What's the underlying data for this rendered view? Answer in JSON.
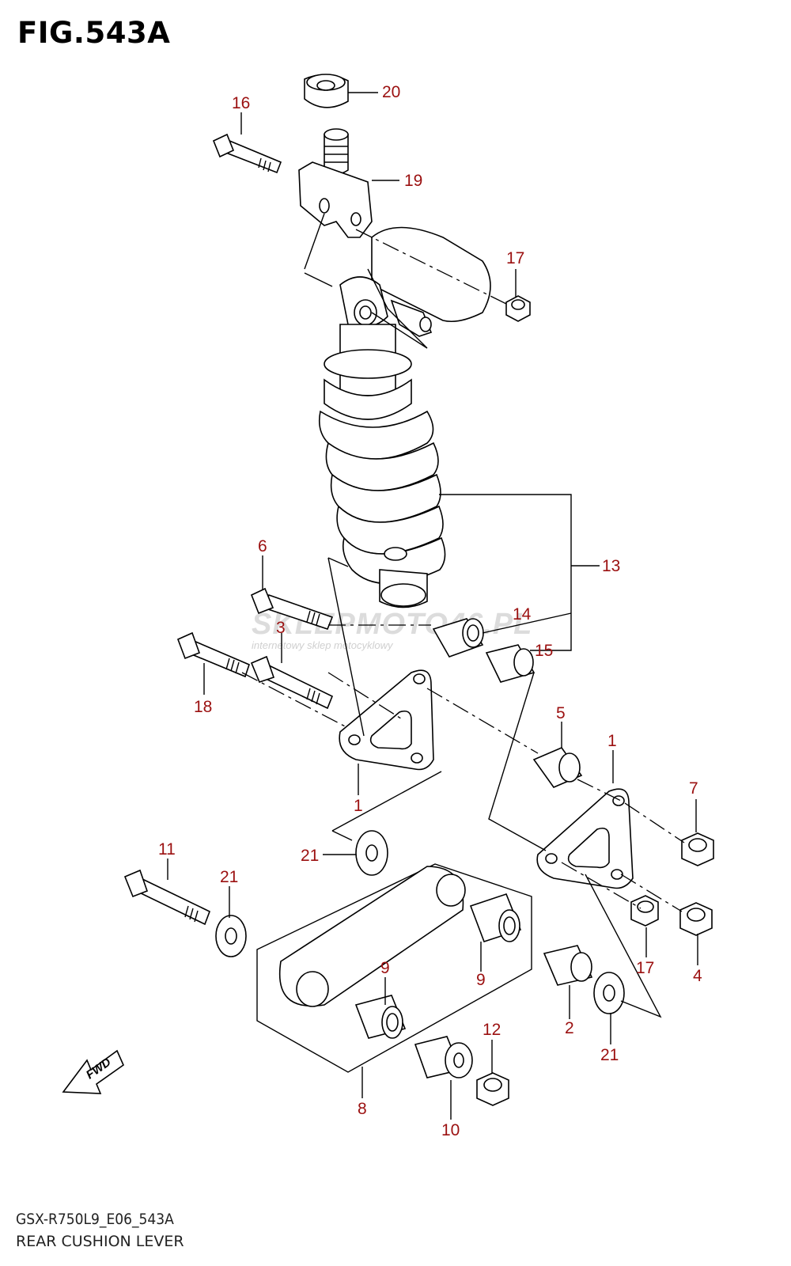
{
  "figure": {
    "title": "FIG.543A",
    "model_code": "GSX-R750L9_E06_543A",
    "name": "REAR CUSHION LEVER"
  },
  "watermark": {
    "main": "SKLEPMOTO46.PL",
    "sub": "internetowy sklep motocyklowy"
  },
  "fwd_label": "FWD",
  "callouts": [
    "20",
    "16",
    "19",
    "17",
    "6",
    "13",
    "14",
    "15",
    "3",
    "18",
    "5",
    "1",
    "1",
    "7",
    "21",
    "11",
    "21",
    "17",
    "4",
    "9",
    "9",
    "2",
    "12",
    "21",
    "8",
    "10"
  ],
  "colors": {
    "callout": "#9b1010",
    "line": "#000000"
  }
}
